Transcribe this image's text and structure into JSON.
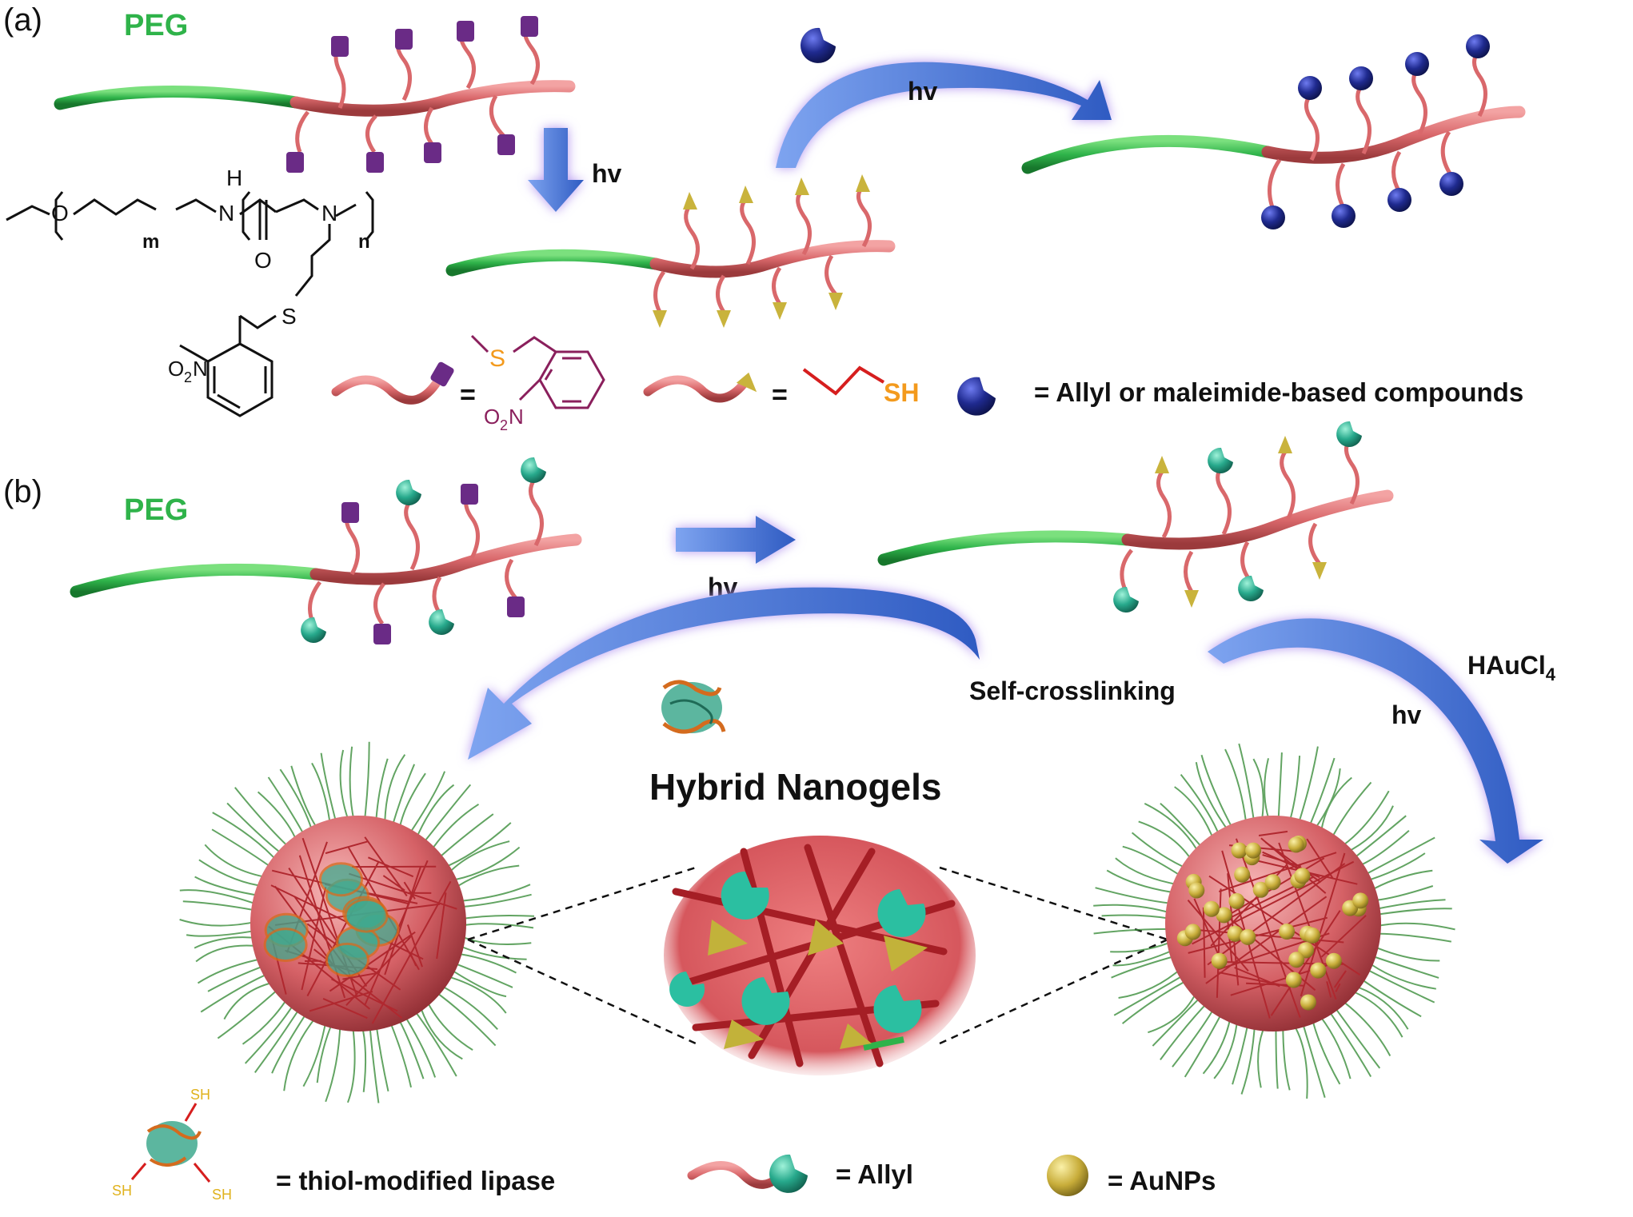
{
  "panels": {
    "a": {
      "tag": "(a)",
      "peg": "PEG"
    },
    "b": {
      "tag": "(b)",
      "peg": "PEG"
    }
  },
  "labels": {
    "hv": "hv",
    "self_crosslinking": "Self-crosslinking",
    "haucl4": "HAuCl",
    "haucl4_sub": "4",
    "title": "Hybrid Nanogels"
  },
  "chemistry": {
    "m": "m",
    "n": "n",
    "nh_h": "H",
    "nh_n": "N",
    "n_atom": "N",
    "o": "O",
    "carbonyl_o": "O",
    "s": "S",
    "no2_o": "O",
    "no2_sub": "2",
    "no2_n": "N",
    "sh": "SH",
    "lipase_sh": "SH"
  },
  "legend": {
    "equals": "=",
    "allyl_or_maleimide": "= Allyl or maleimide-based compounds",
    "thiol_lipase": "= thiol-modified lipase",
    "allyl": "= Allyl",
    "aunps": "= AuNPs"
  },
  "colors": {
    "peg": "#2fb34a",
    "backbone": "#d9686b",
    "nitrobenzyl_cap": "#6a2b86",
    "thiol_arrow": "#c9b33c",
    "allyl": "#27a98c",
    "maleimide_sphere": "#1f2a8f",
    "reaction_arrow": "#3f6fd6",
    "arrow_glow": "#b496f0",
    "sulfur": "#f39a1d",
    "nitro_group": "#8a1f5c",
    "au": "#c8ad3a"
  }
}
